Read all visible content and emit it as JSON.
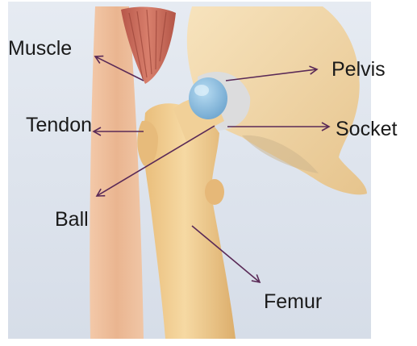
{
  "labels": {
    "muscle": "Muscle",
    "tendon": "Tendon",
    "ball": "Ball",
    "pelvis": "Pelvis",
    "socket": "Socket",
    "femur": "Femur"
  },
  "colors": {
    "background": "#dde4ee",
    "bone": "#f0cc8e",
    "muscle": "#c9695a",
    "cartilage": "#7fb3d8",
    "arrow": "#5a2a57"
  }
}
